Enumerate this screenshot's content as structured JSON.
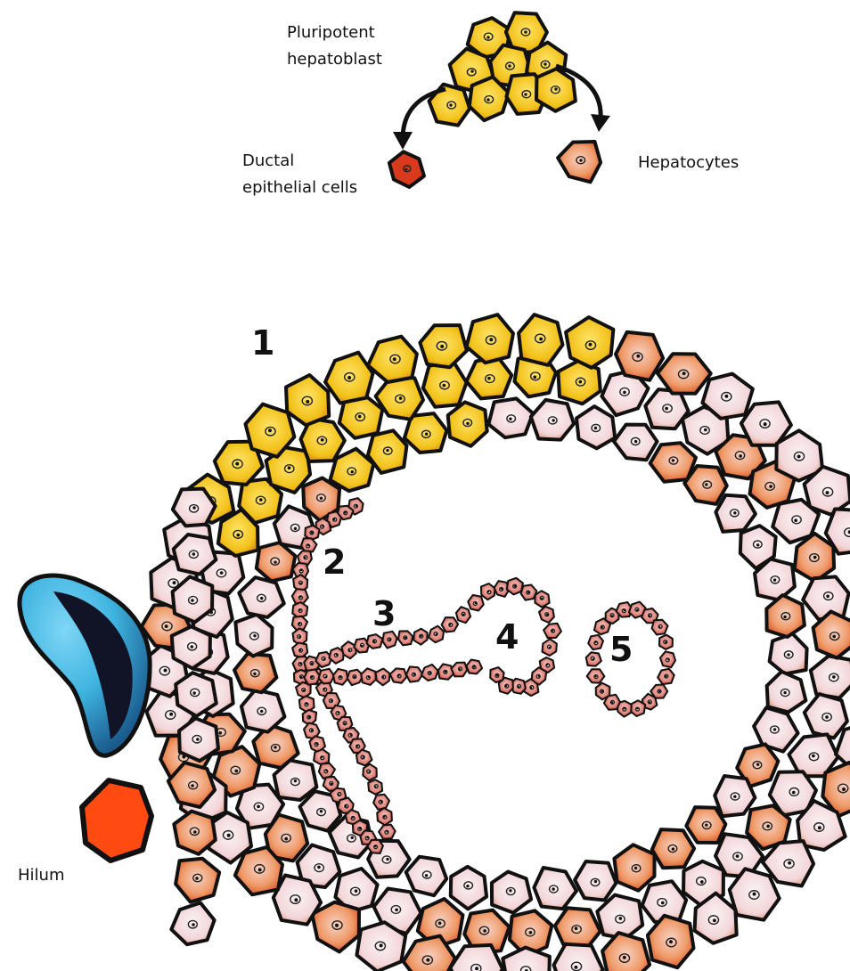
{
  "labels": {
    "pluripotent_line1": "Pluripotent",
    "pluripotent_line2": "hepatoblast",
    "ductal_line1": "Ductal",
    "ductal_line2": "epithelial cells",
    "hepatocytes": "Hepatocytes",
    "hilum": "Hilum"
  },
  "stages": {
    "s1": "1",
    "s2": "2",
    "s3": "3",
    "s4": "4",
    "s5": "5"
  },
  "colors": {
    "hepatoblast_yellow": "#f2c21a",
    "hepatocyte_pink": "#f4dada",
    "hepatocyte_orange": "#e8702a",
    "ductal_red": "#d93a1e",
    "ductal_cell": "#d9706a",
    "vessel_blue": "#3fb4e0",
    "vessel_dark": "#111326",
    "artery_red": "#ff4a12",
    "outline": "#111111"
  }
}
